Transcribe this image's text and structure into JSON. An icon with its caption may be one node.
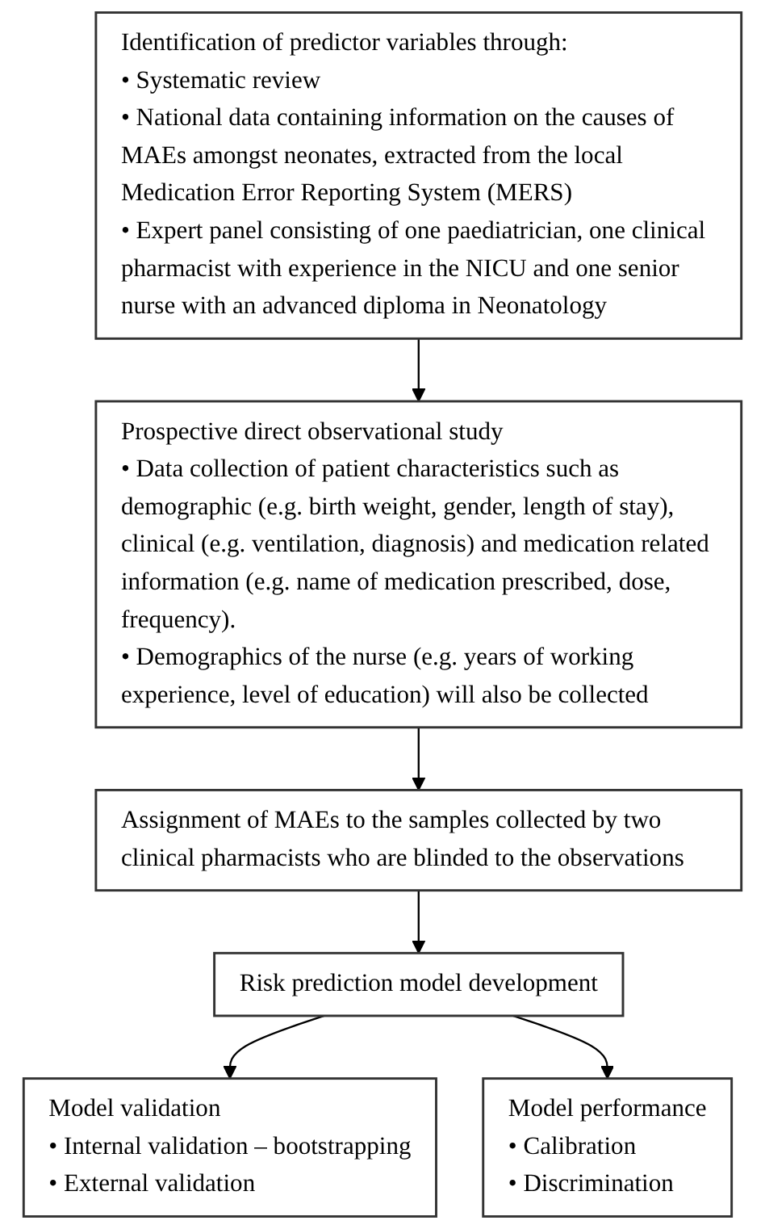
{
  "diagram": {
    "nodes": [
      {
        "text": [
          "Identification of predictor variables through:",
          "• Systematic review",
          "• National data containing information on the causes of MAEs amongst neonates, extracted from the local Medication Error Reporting System (MERS)",
          "• Expert panel consisting of one paediatrician, one clinical pharmacist with experience in the NICU and one senior nurse with an advanced diploma in Neonatology"
        ]
      },
      {
        "text": [
          "Prospective direct observational study",
          "• Data collection of patient characteristics such as demographic (e.g. birth weight, gender, length of stay), clinical (e.g. ventilation, diagnosis) and medication related information (e.g. name of medication prescribed, dose, frequency).",
          "• Demographics of the nurse (e.g. years of working experience, level of education) will also be collected"
        ]
      },
      {
        "text": [
          "Assignment of MAEs to the samples collected by two clinical pharmacists who are blinded to the observations"
        ]
      },
      {
        "text": [
          "Risk prediction model development"
        ]
      },
      {
        "text": [
          "Model validation",
          "• Internal validation – bootstrapping",
          "• External validation"
        ]
      },
      {
        "text": [
          "Model performance",
          "• Calibration",
          "• Discrimination"
        ]
      }
    ],
    "edges": [
      {
        "from": 0,
        "to": 1,
        "arrow": "to"
      },
      {
        "from": 1,
        "to": 2,
        "arrow": "to"
      },
      {
        "from": 2,
        "to": 3,
        "arrow": "to"
      },
      {
        "from": 3,
        "to": 4,
        "arrow": "to"
      },
      {
        "from": 3,
        "to": 5,
        "arrow": "to"
      }
    ]
  }
}
